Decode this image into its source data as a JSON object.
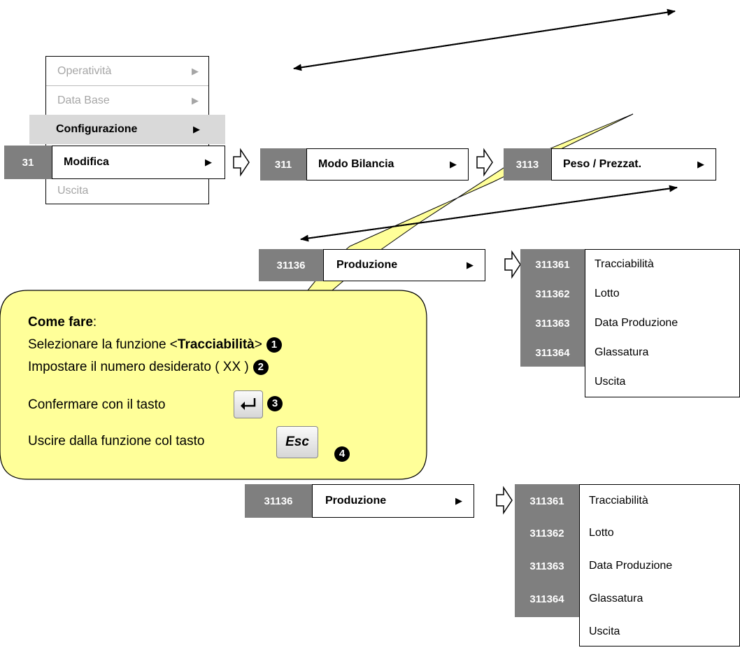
{
  "main_menu": {
    "items": [
      {
        "label": "Operatività",
        "state": "disabled"
      },
      {
        "label": "Data Base",
        "state": "disabled"
      },
      {
        "label": "Configurazione",
        "state": "highlighted"
      },
      {
        "label": "Modifica",
        "state": "selected",
        "code": "31"
      },
      {
        "label": "Uscita",
        "state": "disabled"
      }
    ]
  },
  "submenus": [
    {
      "code": "311",
      "label": "Modo Bilancia"
    },
    {
      "code": "3113",
      "label": "Peso / Prezzat."
    }
  ],
  "produzione_top": {
    "code": "31136",
    "label": "Produzione"
  },
  "list_top": {
    "items": [
      {
        "code": "311361",
        "label": "Tracciabilità"
      },
      {
        "code": "311362",
        "label": "Lotto"
      },
      {
        "code": "311363",
        "label": "Data Produzione"
      },
      {
        "code": "311364",
        "label": "Glassatura"
      },
      {
        "code": "",
        "label": "Uscita"
      }
    ]
  },
  "callout": {
    "title": "Come fare",
    "title_suffix": ":",
    "step1_pre": "Selezionare la funzione <",
    "step1_bold": "Tracciabilità",
    "step1_post": ">",
    "step2": "Impostare il numero desiderato ( XX )",
    "step3": "Confermare con il tasto",
    "step4": "Uscire dalla funzione col tasto",
    "key_esc": "Esc",
    "badges": [
      "1",
      "2",
      "3",
      "4"
    ]
  },
  "produzione_bottom": {
    "code": "31136",
    "label": "Produzione"
  },
  "list_bottom": {
    "items": [
      {
        "code": "311361",
        "label": "Tracciabilità"
      },
      {
        "code": "311362",
        "label": "Lotto"
      },
      {
        "code": "311363",
        "label": "Data Produzione"
      },
      {
        "code": "311364",
        "label": "Glassatura"
      },
      {
        "code": "",
        "label": "Uscita"
      }
    ]
  },
  "colors": {
    "code_bg": "#7f7f7f",
    "callout_bg": "#ffff99",
    "highlight_bg": "#d9d9d9",
    "disabled_text": "#a6a6a6"
  }
}
